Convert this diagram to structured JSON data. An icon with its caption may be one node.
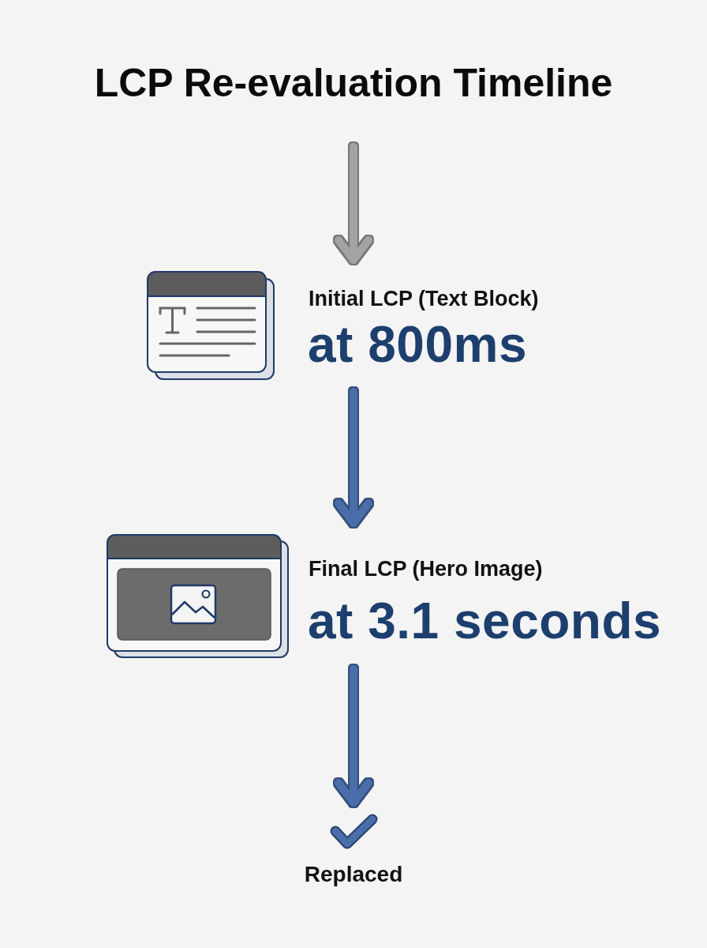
{
  "diagram": {
    "title": "LCP Re-evaluation Timeline",
    "nodes": [
      {
        "text": [],
        "shape": "picture",
        "beside": [
          "Initial LCP (Text Block)",
          "at 800ms"
        ]
      },
      {
        "text": [],
        "shape": "picture",
        "beside": [
          "Final LCP (Hero Image)",
          "at 3.1 seconds"
        ]
      },
      {
        "text": [
          "Replaced"
        ]
      }
    ],
    "edges": [
      {
        "from": null,
        "to": 0,
        "arrow": "to",
        "color": "#a3a3a3"
      },
      {
        "from": 0,
        "to": 1,
        "arrow": "to"
      },
      {
        "from": 1,
        "to": 2,
        "arrow": "to"
      }
    ]
  }
}
